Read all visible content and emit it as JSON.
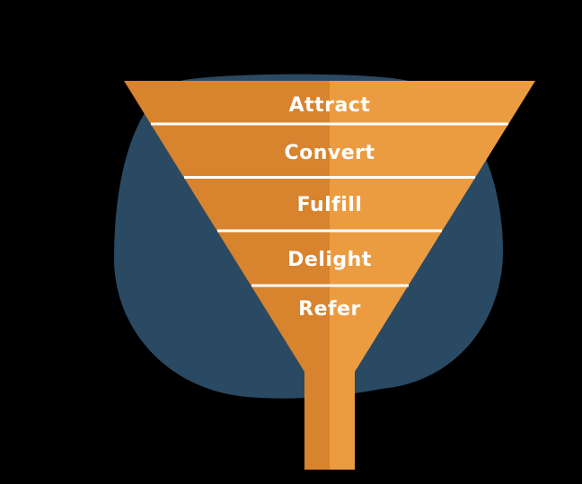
{
  "diagram": {
    "type": "funnel",
    "title": "",
    "stages": [
      {
        "label": "Attract"
      },
      {
        "label": "Convert"
      },
      {
        "label": "Fulfill"
      },
      {
        "label": "Delight"
      },
      {
        "label": "Refer"
      }
    ],
    "colors": {
      "background": "#000000",
      "blob": "#2A4962",
      "funnel_left": "#D8832E",
      "funnel_right": "#EC9C40",
      "divider": "#FFFFFF",
      "label_text": "#FFFFFF"
    }
  }
}
